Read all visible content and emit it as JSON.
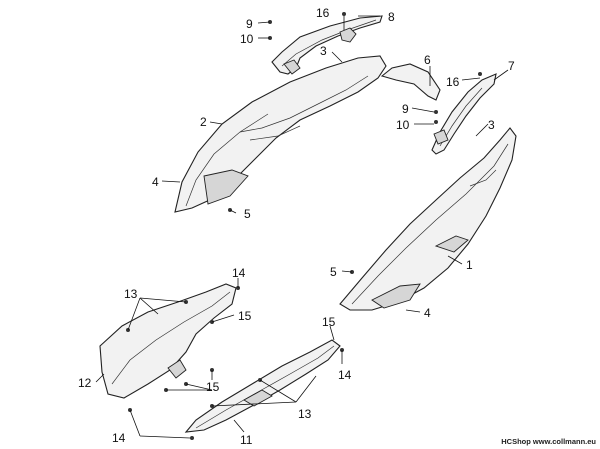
{
  "diagram": {
    "callouts": {
      "c9a": "9",
      "c10a": "10",
      "c16a": "16",
      "c8": "8",
      "c3a": "3",
      "c6": "6",
      "c16b": "16",
      "c7": "7",
      "c2": "2",
      "c9b": "9",
      "c10b": "10",
      "c3b": "3",
      "c4a": "4",
      "c5a": "5",
      "c1": "1",
      "c5b": "5",
      "c4b": "4",
      "c14a": "14",
      "c13a": "13",
      "c15a": "15",
      "c15b": "15",
      "c12": "12",
      "c15c": "15",
      "c14b": "14",
      "c13b": "13",
      "c14c": "14",
      "c11": "11"
    },
    "watermark": "HCShop www.collmann.eu"
  }
}
